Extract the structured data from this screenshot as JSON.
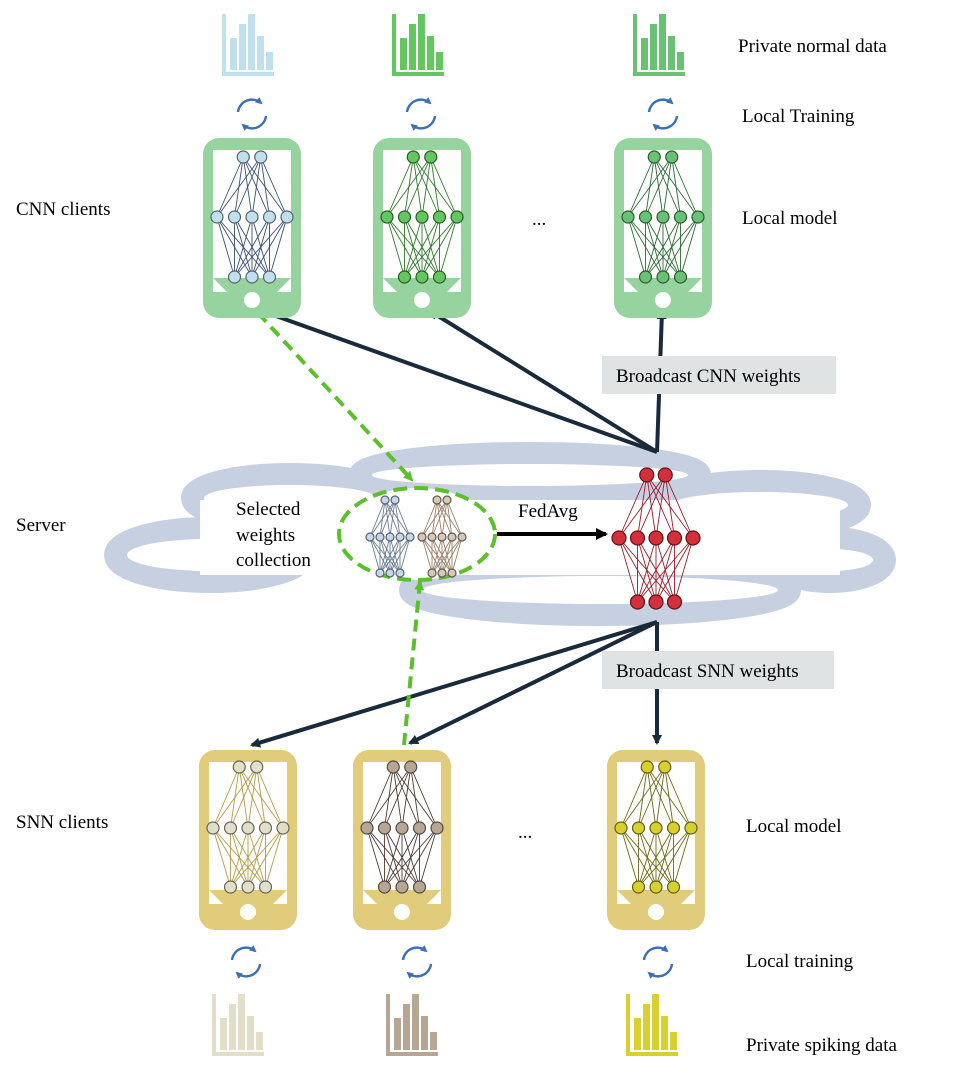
{
  "labels": {
    "cnn_clients": "CNN clients",
    "server": "Server",
    "snn_clients": "SNN clients",
    "private_normal_data": "Private normal data",
    "local_training_top": "Local Training",
    "local_model_top": "Local model",
    "local_model_bottom": "Local model",
    "local_training_bottom": "Local training",
    "private_spiking_data": "Private spiking data",
    "broadcast_cnn": "Broadcast CNN weights",
    "broadcast_snn": "Broadcast SNN weights",
    "fedavg": "FedAvg",
    "selected_line1": "Selected",
    "selected_line2": "weights",
    "selected_line3": "collection",
    "ellipsis_top": "...",
    "ellipsis_bottom": "..."
  },
  "colors": {
    "cnn_phone": "#97d39f",
    "snn_phone": "#e0cc7a",
    "cloud": "#c7d0e0",
    "arrow_dark": "#1b2a3a",
    "arrow_green": "#5bc02b",
    "label_box": "#dfe3e3",
    "sync_icon": "#3d6fb4",
    "cnn_client_1": "#bfe0ec",
    "cnn_client_2": "#62c75e",
    "cnn_client_3": "#69c173",
    "snn_client_1": "#e1dfca",
    "snn_client_2": "#b7a694",
    "snn_client_3": "#d8d02e",
    "server_model": "#d42f3a"
  },
  "icons": [
    "bar-chart-icon",
    "sync-icon",
    "phone-icon",
    "neural-network-icon",
    "cloud-icon"
  ]
}
